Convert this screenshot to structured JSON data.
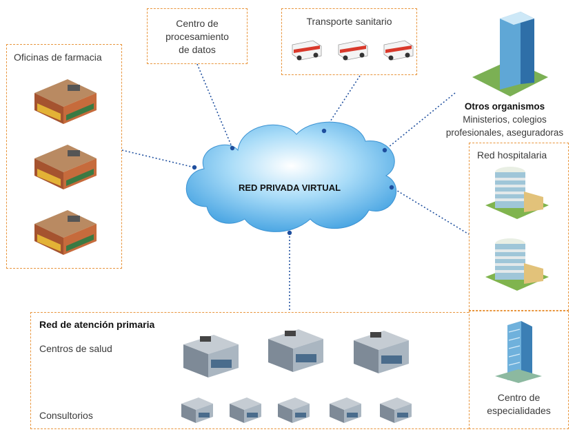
{
  "cloud": {
    "label": "RED PRIVADA VIRTUAL"
  },
  "nodes": {
    "pharmacy": {
      "title": "Oficinas de farmacia"
    },
    "data_center": {
      "title": "Centro de procesamiento de datos",
      "lines": [
        "Centro de",
        "procesamiento",
        "de datos"
      ]
    },
    "transport": {
      "title": "Transporte sanitario"
    },
    "other_orgs": {
      "title": "Otros organismos",
      "lines": [
        "Ministerios, colegios",
        "profesionales, aseguradoras"
      ]
    },
    "hospital": {
      "title": "Red hospitalaria"
    },
    "specialty": {
      "lines": [
        "Centro de",
        "especialidades"
      ]
    },
    "primary": {
      "title": "Red de atención primaria",
      "health_centers": "Centros de salud",
      "clinics": "Consultorios"
    }
  },
  "colors": {
    "border": "#e8943a",
    "link": "#1f4f9e",
    "cloud": "#5eb4ea"
  },
  "icons": [
    "pharmacy-building-icon",
    "ambulance-icon",
    "office-tower-icon",
    "hospital-building-icon",
    "health-center-icon",
    "clinic-icon"
  ]
}
